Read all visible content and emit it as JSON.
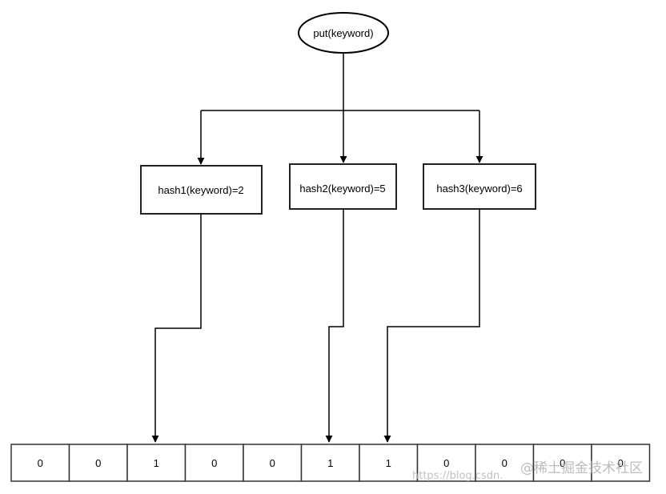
{
  "diagram": {
    "root": {
      "label": "put(keyword)"
    },
    "hash_nodes": [
      {
        "label": "hash1(keyword)=2",
        "target_index": 2
      },
      {
        "label": "hash2(keyword)=5",
        "target_index": 5
      },
      {
        "label": "hash3(keyword)=6",
        "target_index": 6
      }
    ],
    "bit_array": [
      "0",
      "0",
      "1",
      "0",
      "0",
      "1",
      "1",
      "0",
      "0",
      "0",
      "0"
    ]
  },
  "watermark": {
    "left_text": "https://blog.csdn.",
    "right_text": "@稀土掘金技术社区"
  },
  "colors": {
    "line": "#000000",
    "box_border": "#222222",
    "cell_border": "#333333",
    "text": "#000000",
    "watermark": "#b0b0b0"
  }
}
